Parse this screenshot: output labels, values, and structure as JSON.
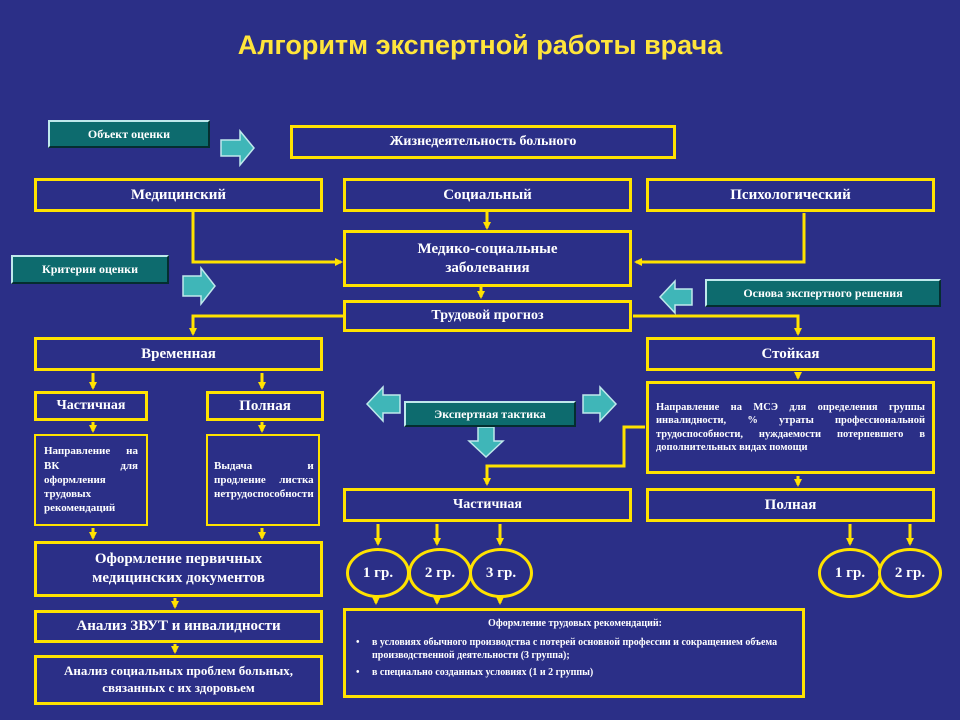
{
  "title": "Алгоритм экспертной работы врача",
  "colors": {
    "background": "#2b2f87",
    "border": "#ffe200",
    "title": "#ffe53b",
    "tag": "#0d6b6e",
    "arrow": "#3fb6b8"
  },
  "tags": {
    "object": "Объект оценки",
    "criteria": "Критерии оценки",
    "basis": "Основа экспертного решения",
    "tactics": "Экспертная тактика"
  },
  "boxes": {
    "life_activity": "Жизнедеятельность больного",
    "medical": "Медицинский",
    "social": "Социальный",
    "psychological": "Психологический",
    "med_social_diseases": "Медико-социальные заболевания",
    "labor_prognosis": "Трудовой прогноз",
    "temporary": "Временная",
    "permanent": "Стойкая",
    "temp_partial": "Частичная",
    "temp_full": "Полная",
    "vk_referral": "Направление на ВК для оформления трудовых рекомендаций",
    "sick_leave": "Выдача и продление листка нетрудоспособности",
    "mse_referral": "Направление на МСЭ для определения группы инвалидности, % утраты профессиональной трудоспособности, нуждаемости потерпевшего в дополнительных видах помощи",
    "primary_docs": "Оформление первичных медицинских документов",
    "zvut_analysis": "Анализ ЗВУТ и инвалидности",
    "social_problems": "Анализ социальных проблем больных, связанных с их здоровьем",
    "perm_partial": "Частичная",
    "perm_full": "Полная"
  },
  "groups": {
    "partial": [
      "1 гр.",
      "2 гр.",
      "3 гр."
    ],
    "full": [
      "1 гр.",
      "2 гр."
    ]
  },
  "recommendations": {
    "title": "Оформление трудовых рекомендаций:",
    "bullet_symbol": "•",
    "items": [
      "в условиях обычного производства с потерей основной профессии и сокращением объема производственной деятельности (3 группа);",
      "в специально созданных условиях (1 и 2 группы)"
    ]
  }
}
